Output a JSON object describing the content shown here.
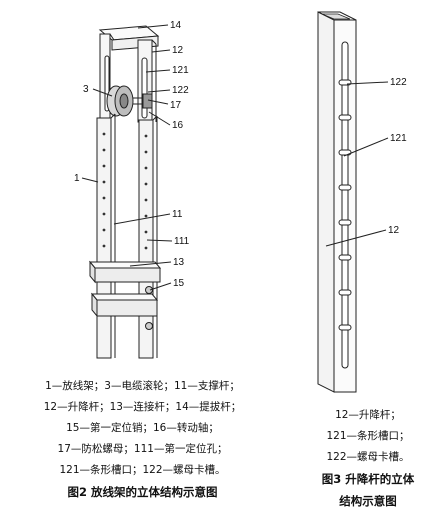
{
  "fig2": {
    "labels": {
      "l14": "14",
      "l12": "12",
      "l121": "121",
      "l3": "3",
      "l122": "122",
      "l17": "17",
      "l16": "16",
      "l1": "1",
      "l11": "11",
      "l111": "111",
      "l13": "13",
      "l15": "15"
    },
    "caption_lines": [
      "1—放线架；3—电缆滚轮；11—支撑杆；",
      "12—升降杆；13—连接杆；14—提拔杆；",
      "15—第一定位销；16—转动轴；",
      "17—防松螺母；111—第一定位孔；",
      "121—条形槽口；122—螺母卡槽。"
    ],
    "title": "图2   放线架的立体结构示意图"
  },
  "fig3": {
    "labels": {
      "l122": "122",
      "l121": "121",
      "l12": "12"
    },
    "caption_lines": [
      "12—升降杆；",
      "121—条形槽口；",
      "122—螺母卡槽。"
    ],
    "title_lines": [
      "图3   升降杆的立体",
      "结构示意图"
    ]
  }
}
